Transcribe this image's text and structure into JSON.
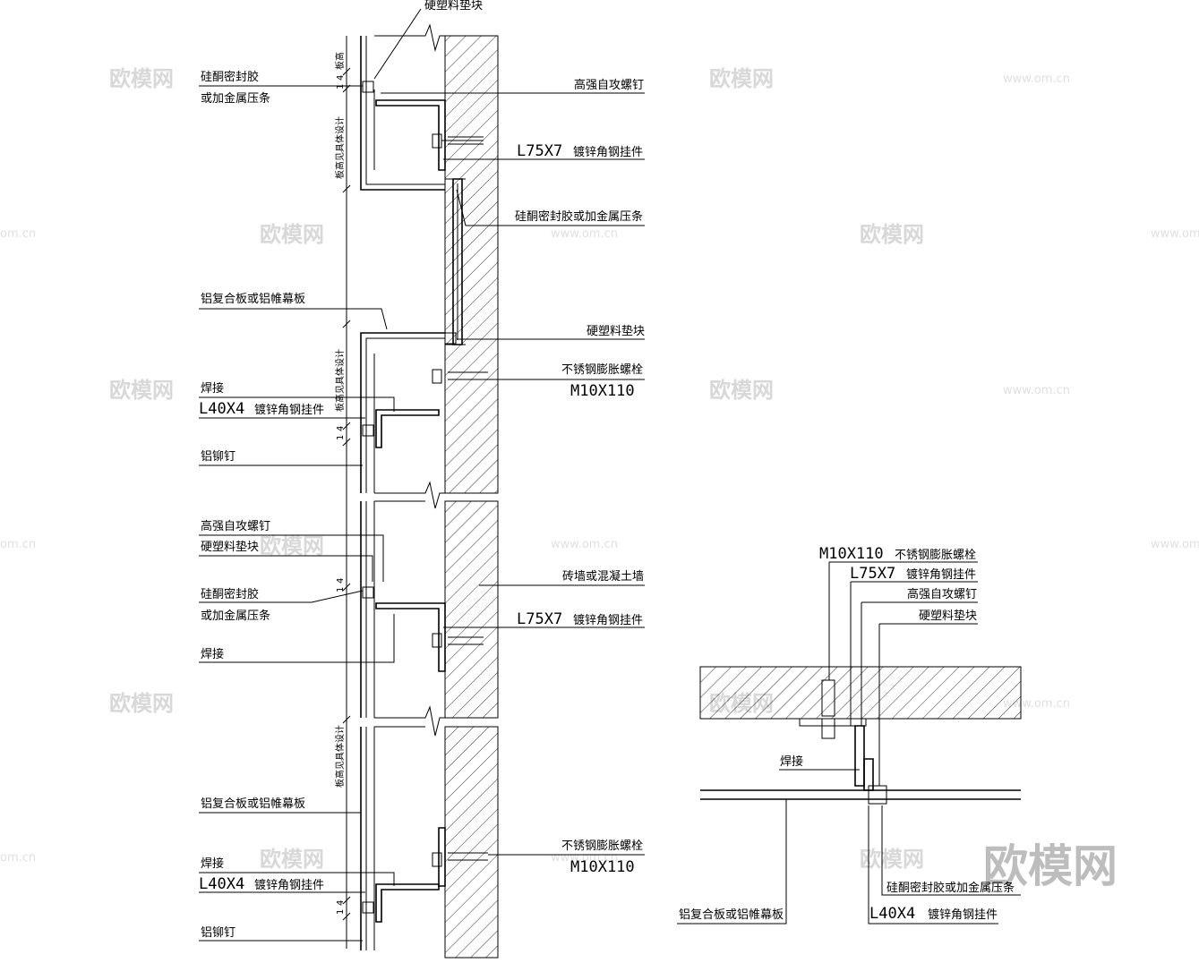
{
  "watermarks": {
    "brand": "欧模网",
    "url": "www.om.cn",
    "url_short": "om.cn",
    "logo": "欧模网"
  },
  "left_section": {
    "callouts_left": {
      "sealant_1": "硅酮密封胶",
      "sealant_1b": "或加金属压条",
      "panel_1": "铝复合板或铝帷幕板",
      "weld_1": "焊接",
      "angle_small_1": "L40X4",
      "angle_small_1_text": "镀锌角钢挂件",
      "rivet_1": "铝铆钉",
      "screw_2": "高强自攻螺钉",
      "pad_2": "硬塑料垫块",
      "sealant_2": "硅酮密封胶",
      "sealant_2b": "或加金属压条",
      "weld_2": "焊接",
      "panel_2": "铝复合板或铝帷幕板",
      "weld_3": "焊接",
      "angle_small_2": "L40X4",
      "angle_small_2_text": "镀锌角钢挂件",
      "rivet_2": "铝铆钉"
    },
    "callouts_right": {
      "pad_top": "硬塑料垫块",
      "screw_1": "高强自攻螺钉",
      "angle_big_1": "L75X7",
      "angle_big_1_text": "镀锌角钢挂件",
      "sealant_mid": "硅酮密封胶或加金属压条",
      "pad_mid": "硬塑料垫块",
      "bolt_1": "不锈钢膨胀螺栓",
      "bolt_1_size": "M10X110",
      "wall": "砖墙或混凝土墙",
      "angle_big_2": "L75X7",
      "angle_big_2_text": "镀锌角钢挂件",
      "bolt_2": "不锈钢膨胀螺栓",
      "bolt_2_size": "M10X110"
    },
    "vertical_notes": {
      "v1": "板高",
      "v2": "板高见具体设计",
      "v3": "板高见具体设计",
      "v4": "板高见具体设计",
      "dim_1": "1",
      "dim_1b": "4",
      "dim_2": "1",
      "dim_2b": "4",
      "dim_3": "1",
      "dim_3b": "4",
      "dim_4": "1",
      "dim_4b": "4"
    }
  },
  "right_section": {
    "bolt_size": "M10X110",
    "bolt_text": "不锈钢膨胀螺栓",
    "angle_big": "L75X7",
    "angle_big_text": "镀锌角钢挂件",
    "screw": "高强自攻螺钉",
    "pad": "硬塑料垫块",
    "weld": "焊接",
    "sealant": "硅酮密封胶或加金属压条",
    "panel": "铝复合板或铝帷幕板",
    "angle_small": "L40X4",
    "angle_small_text": "镀锌角钢挂件"
  }
}
